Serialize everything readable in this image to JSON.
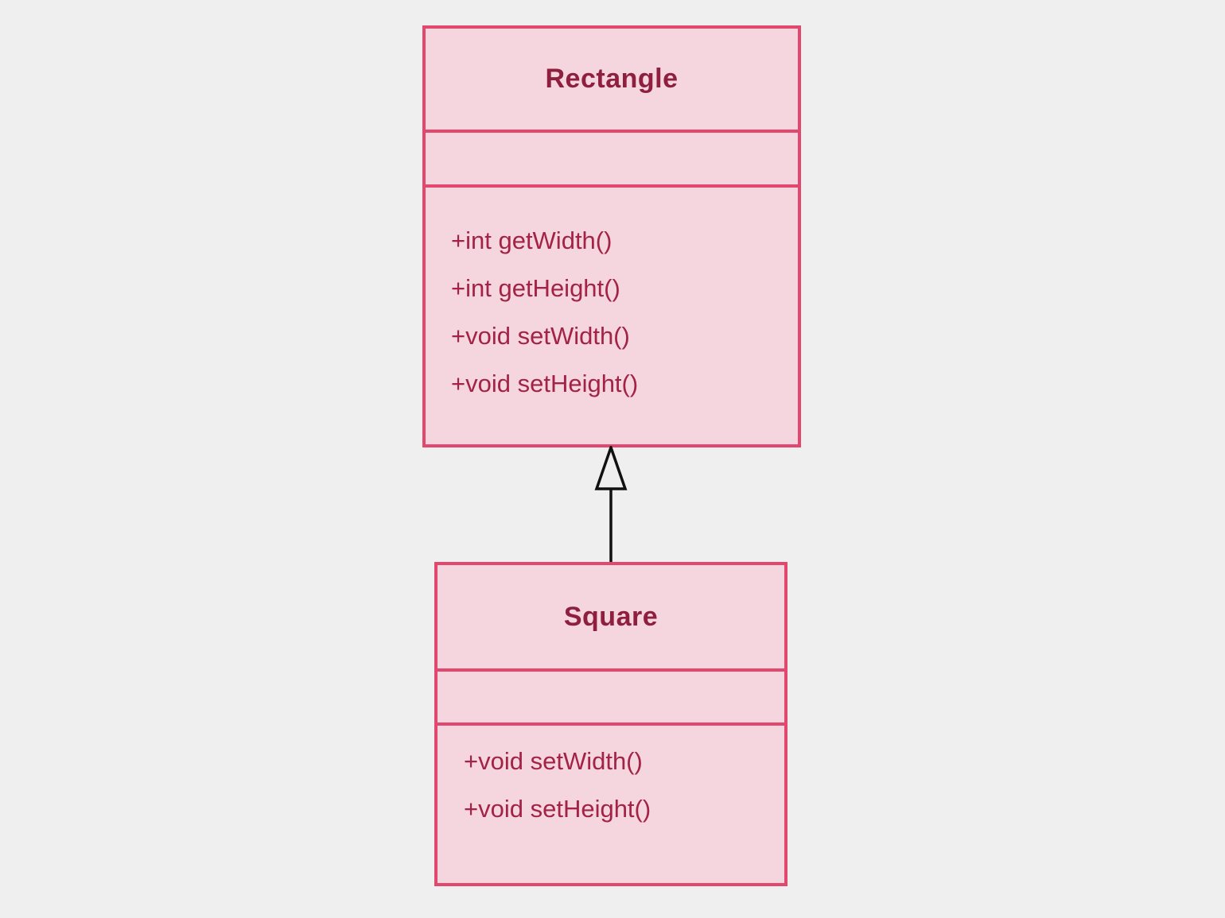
{
  "diagram": {
    "type": "uml-class-diagram",
    "colors": {
      "background": "#f0eff0",
      "box_fill": "#f5d5de",
      "box_border": "#e2486d",
      "class_name_text": "#8e1f3f",
      "member_text": "#a32347",
      "arrow": "#111111"
    },
    "classes": [
      {
        "name": "Rectangle",
        "attributes": [],
        "methods": [
          "+int getWidth()",
          "+int getHeight()",
          "+void setWidth()",
          "+void setHeight()"
        ]
      },
      {
        "name": "Square",
        "attributes": [],
        "methods": [
          "+void setWidth()",
          "+void setHeight()"
        ]
      }
    ],
    "relationship": {
      "type": "generalization",
      "from": "Square",
      "to": "Rectangle",
      "arrow_style": "hollow-triangle"
    }
  }
}
